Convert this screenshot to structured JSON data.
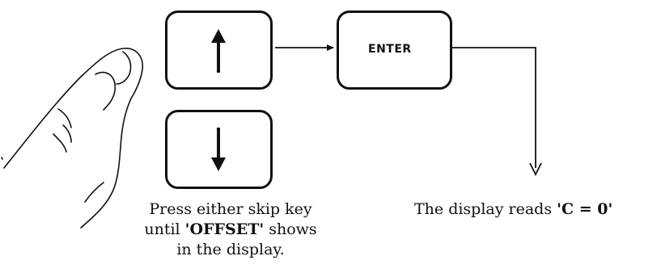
{
  "keys": {
    "up": {
      "icon": "up-arrow-icon"
    },
    "down": {
      "icon": "down-arrow-icon"
    },
    "enter": {
      "label": "ENTER"
    }
  },
  "caption_left": {
    "line1": "Press either skip key",
    "line2_pre": "until ",
    "line2_bold": "'OFFSET'",
    "line2_post": " shows",
    "line3": "in the display."
  },
  "caption_right": {
    "pre": "The display reads ",
    "bold": "'C = 0'"
  },
  "hand": {
    "icon": "pointing-finger-icon"
  }
}
